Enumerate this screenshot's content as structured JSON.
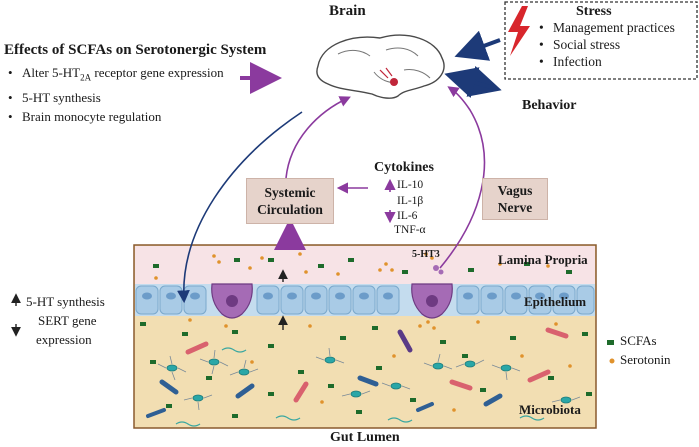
{
  "brain": {
    "title": "Brain"
  },
  "effects": {
    "title": "Effects of SCFAs on Serotonergic System",
    "items": [
      {
        "pre": "Alter 5-HT",
        "sub": "2A",
        "post": " receptor gene expression"
      },
      {
        "pre": "5-HT synthesis",
        "sub": "",
        "post": ""
      },
      {
        "pre": "Brain monocyte regulation",
        "sub": "",
        "post": ""
      }
    ]
  },
  "stress": {
    "title": "Stress",
    "items": [
      "Management practices",
      "Social stress",
      "Infection"
    ]
  },
  "behavior": {
    "label": "Behavior"
  },
  "cytokines": {
    "title": "Cytokines",
    "items": [
      "IL-10",
      "IL-1β",
      "IL-6",
      "TNF-α"
    ]
  },
  "systemic": {
    "line1": "Systemic",
    "line2": "Circulation"
  },
  "vagus": {
    "line1": "Vagus",
    "line2": "Nerve"
  },
  "receptor": {
    "label": "5-HT3"
  },
  "layers": {
    "lamina": "Lamina Propria",
    "epithelium": "Epithelium",
    "microbiota": "Microbiota",
    "lumen": "Gut Lumen"
  },
  "side_effects": {
    "line1": "5-HT synthesis",
    "line2": "SERT gene",
    "line3": "expression"
  },
  "legend": {
    "scfa": "SCFAs",
    "serotonin": "Serotonin"
  },
  "colors": {
    "purple": "#8b3a9e",
    "navy": "#1d3a78",
    "lamina": "#f7e3e6",
    "epithelium": "#c4dcee",
    "microbiota": "#f2deb2",
    "border": "#8a5a2e",
    "scfa": "#1e6b2b",
    "serotonin": "#e0922c",
    "box": "#e6d3cb"
  }
}
